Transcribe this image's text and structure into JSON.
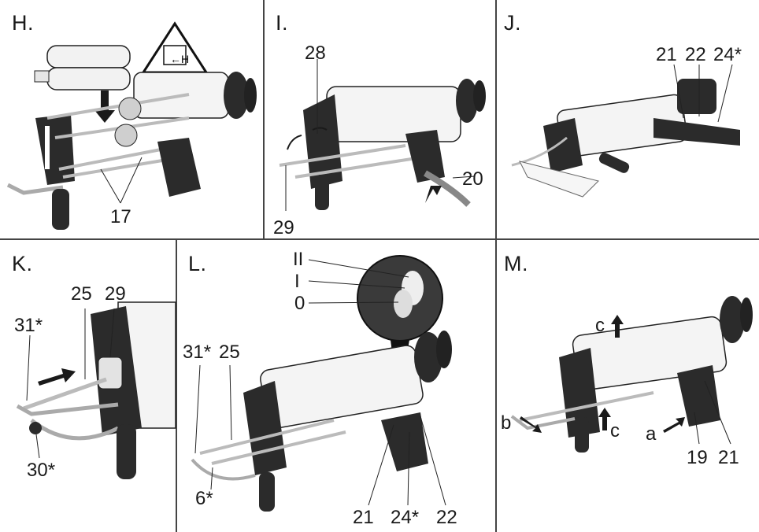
{
  "panels": [
    {
      "id": "H",
      "label": "H.",
      "callouts": [
        "17"
      ]
    },
    {
      "id": "I",
      "label": "I.",
      "callouts": [
        "28",
        "20",
        "29"
      ]
    },
    {
      "id": "J",
      "label": "J.",
      "callouts": [
        "21",
        "22",
        "24*"
      ]
    },
    {
      "id": "K",
      "label": "K.",
      "callouts": [
        "25",
        "29",
        "31*",
        "30*"
      ]
    },
    {
      "id": "L",
      "label": "L.",
      "callouts": [
        "II",
        "I",
        "0",
        "31*",
        "25",
        "6*",
        "21",
        "24*",
        "22"
      ]
    },
    {
      "id": "M",
      "label": "M.",
      "callouts": [
        "c",
        "b",
        "c",
        "a",
        "19",
        "21"
      ]
    }
  ],
  "colors": {
    "body": "#2b2b2b",
    "cartridge": "#f2f2f2",
    "rod": "#c9c9c9",
    "line": "#1a1a1a"
  },
  "icons": [
    "warning-sign-icon",
    "arrow-icon"
  ]
}
